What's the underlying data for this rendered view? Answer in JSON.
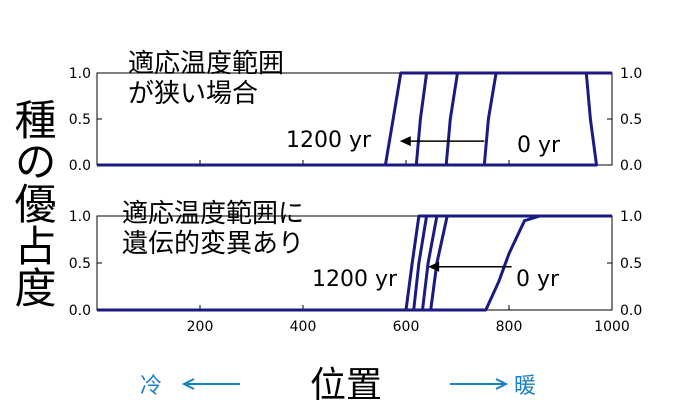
{
  "figure": {
    "ylabel": "種の優占度",
    "xlabel": "位置",
    "cold_label": "冷",
    "warm_label": "暖"
  },
  "colors": {
    "line": "#1a1a80",
    "annotation": "#1a7fc7",
    "axis": "#000000"
  },
  "chart_data": [
    {
      "type": "line",
      "panel": "top",
      "title_lines": [
        "適応温度範囲",
        "が狭い場合"
      ],
      "xlim": [
        0,
        1000
      ],
      "ylim": [
        0,
        1.0
      ],
      "yticks": [
        "0.0",
        "0.5",
        "1.0"
      ],
      "xticks": [],
      "series": [
        {
          "values": [
            [
              0,
              0
            ],
            [
              560,
              0
            ],
            [
              578,
              0.6
            ],
            [
              590,
              1.0
            ],
            [
              1000,
              1.0
            ]
          ]
        },
        {
          "values": [
            [
              0,
              0
            ],
            [
              620,
              0
            ],
            [
              628,
              0.5
            ],
            [
              640,
              1.0
            ],
            [
              1000,
              1.0
            ]
          ]
        },
        {
          "values": [
            [
              0,
              0
            ],
            [
              678,
              0
            ],
            [
              686,
              0.5
            ],
            [
              700,
              1.0
            ],
            [
              1000,
              1.0
            ]
          ]
        },
        {
          "values": [
            [
              0,
              0
            ],
            [
              752,
              0
            ],
            [
              760,
              0.5
            ],
            [
              775,
              1.0
            ],
            [
              1000,
              1.0
            ]
          ]
        },
        {
          "values": [
            [
              0,
              0
            ],
            [
              970,
              0
            ],
            [
              958,
              0.5
            ],
            [
              950,
              1.0
            ],
            [
              1000,
              1.0
            ]
          ]
        }
      ],
      "annotation_left": "1200 yr",
      "annotation_right": "0 yr",
      "arrow_from": [
        752,
        0.26
      ],
      "arrow_to": [
        588,
        0.26
      ]
    },
    {
      "type": "line",
      "panel": "bottom",
      "title_lines": [
        "適応温度範囲に",
        "遺伝的変異あり"
      ],
      "xlim": [
        0,
        1000
      ],
      "ylim": [
        0,
        1.0
      ],
      "yticks": [
        "0.0",
        "0.5",
        "1.0"
      ],
      "xticks": [
        "200",
        "400",
        "600",
        "800",
        "1000"
      ],
      "series": [
        {
          "values": [
            [
              0,
              0
            ],
            [
              600,
              0
            ],
            [
              612,
              0.5
            ],
            [
              625,
              1.0
            ],
            [
              1000,
              1.0
            ]
          ]
        },
        {
          "values": [
            [
              0,
              0
            ],
            [
              615,
              0
            ],
            [
              625,
              0.5
            ],
            [
              640,
              1.0
            ],
            [
              1000,
              1.0
            ]
          ]
        },
        {
          "values": [
            [
              0,
              0
            ],
            [
              632,
              0
            ],
            [
              643,
              0.5
            ],
            [
              660,
              1.0
            ],
            [
              1000,
              1.0
            ]
          ]
        },
        {
          "values": [
            [
              0,
              0
            ],
            [
              648,
              0
            ],
            [
              660,
              0.5
            ],
            [
              680,
              1.0
            ],
            [
              1000,
              1.0
            ]
          ]
        },
        {
          "values": [
            [
              0,
              0
            ],
            [
              755,
              0
            ],
            [
              780,
              0.3
            ],
            [
              800,
              0.6
            ],
            [
              830,
              0.95
            ],
            [
              860,
              1.0
            ],
            [
              1000,
              1.0
            ]
          ]
        }
      ],
      "annotation_left": "1200 yr",
      "annotation_right": "0 yr",
      "arrow_from": [
        805,
        0.46
      ],
      "arrow_to": [
        643,
        0.46
      ]
    }
  ]
}
